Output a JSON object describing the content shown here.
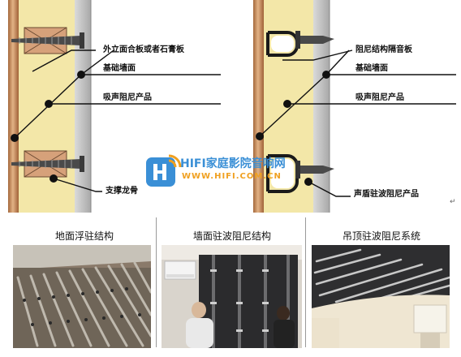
{
  "diagram_left": {
    "labels": {
      "facing_board": "外立面合板或者石膏板",
      "base_wall": "基础墙面",
      "absorber": "吸声阻尼产品",
      "keel": "支撑龙骨"
    }
  },
  "diagram_right": {
    "labels": {
      "damping_board": "阻尼结构隔音板",
      "base_wall": "基础墙面",
      "absorber": "吸声阻尼产品",
      "shield_damper": "声盾驻波阻尼产品"
    }
  },
  "photos": [
    {
      "caption": "地面浮驻结构"
    },
    {
      "caption": "墙面驻波阻尼结构"
    },
    {
      "caption": "吊顶驻波阻尼系统"
    }
  ],
  "watermark": {
    "title": "HIFI家庭影院音响网",
    "url": "WWW.HIFI.COM.CN"
  },
  "return_mark": "↵",
  "colors": {
    "wood": "#c98e5a",
    "insulation": "#f3e7a8",
    "concrete": "#c9c9c9",
    "brand_blue": "#3a8fd6",
    "brand_orange": "#f0a020"
  }
}
